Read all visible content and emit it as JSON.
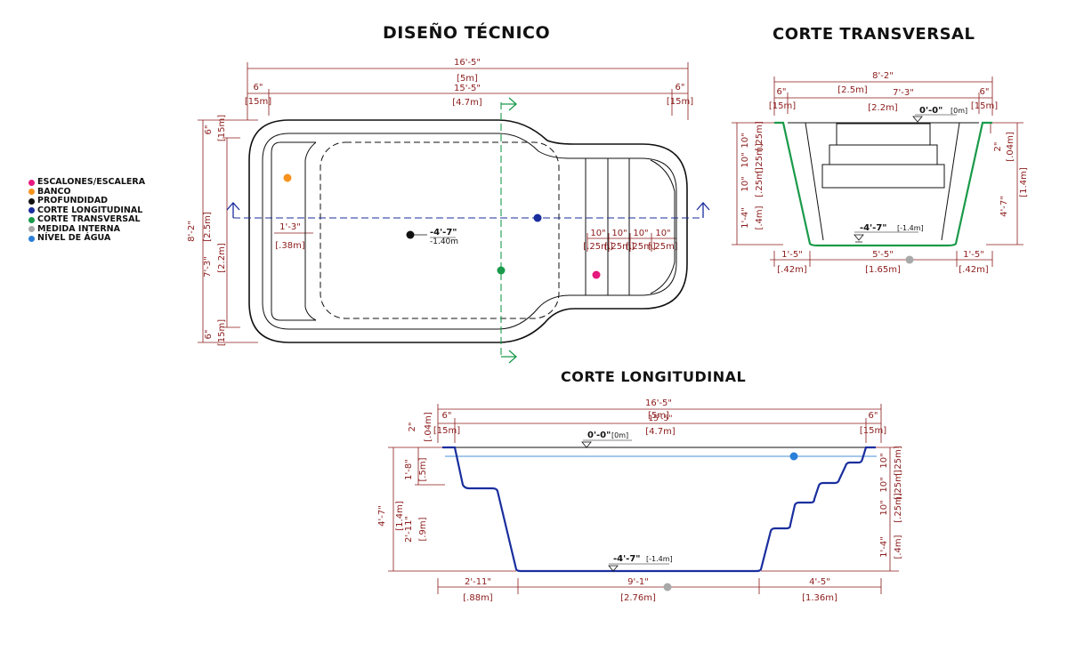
{
  "titles": {
    "main": "DISEÑO TÉCNICO",
    "transversal": "CORTE TRANSVERSAL",
    "longitudinal": "CORTE LONGITUDINAL"
  },
  "legend": [
    {
      "label": "ESCALONES/ESCALERA",
      "color": "#e6197f"
    },
    {
      "label": "BANCO",
      "color": "#f7931e"
    },
    {
      "label": "PROFUNDIDAD",
      "color": "#111111"
    },
    {
      "label": "CORTE LONGITUDINAL",
      "color": "#1a2e9e"
    },
    {
      "label": "CORTE TRANSVERSAL",
      "color": "#1a9a4a"
    },
    {
      "label": "MEDIDA INTERNA",
      "color": "#a8a8a8"
    },
    {
      "label": "NÍVEL DE ÁGUA",
      "color": "#2a7fd8"
    }
  ],
  "colors": {
    "dimension_red": "#8b1a1a",
    "outline": "#111111",
    "section_green": "#1a9a4a",
    "section_blue": "#1a2e9e",
    "water_line": "#4a90d9"
  },
  "plan": {
    "total_length_ft": "16'-5\"",
    "total_length_m": "[5m]",
    "inner_length_ft": "15'-5\"",
    "inner_length_m": "[4.7m]",
    "edge_left_in": "6\"",
    "edge_left_m": "[15m]",
    "edge_right_in": "6\"",
    "edge_right_m": "[15m]",
    "total_width_ft": "8'-2\"",
    "total_width_m": "[2.5m]",
    "inner_width_ft": "7'-3\"",
    "inner_width_m": "[2.2m]",
    "edge_top_in": "6\"",
    "edge_top_m": "[15m]",
    "edge_bottom_in": "6\"",
    "edge_bottom_m": "[15m]",
    "bench_ft": "1'-3\"",
    "bench_m": "[.38m]",
    "depth_ft": "-4'-7\"",
    "depth_m": "-1.40m",
    "steps": [
      {
        "ft": "10\"",
        "m": "[.25m]"
      },
      {
        "ft": "10\"",
        "m": "[.25m]"
      },
      {
        "ft": "10\"",
        "m": "[.25m]"
      },
      {
        "ft": "10\"",
        "m": "[.25m]"
      }
    ]
  },
  "transversal": {
    "total_ft": "8'-2\"",
    "total_m": "[2.5m]",
    "inner_ft": "7'-3\"",
    "inner_m": "[2.2m]",
    "edge_left_in": "6\"",
    "edge_left_m": "[15m]",
    "edge_right_in": "6\"",
    "edge_right_m": "[15m]",
    "level_top": "0'-0\"",
    "level_top_m": "[0m]",
    "level_bottom": "-4'-7\"",
    "level_bottom_m": "[-1.4m]",
    "lip_in": "2\"",
    "lip_m": "[.04m]",
    "depth_ft": "4'-7\"",
    "depth_m": "[1.4m]",
    "steps": [
      {
        "ft": "10\"",
        "m": "[.25m]"
      },
      {
        "ft": "10\"",
        "m": "[.25m]"
      },
      {
        "ft": "10\"",
        "m": "[.25m]"
      },
      {
        "ft": "1'-4\"",
        "m": "[.4m]"
      }
    ],
    "bottom_left_ft": "1'-5\"",
    "bottom_left_m": "[.42m]",
    "bottom_mid_ft": "5'-5\"",
    "bottom_mid_m": "[1.65m]",
    "bottom_right_ft": "1'-5\"",
    "bottom_right_m": "[.42m]"
  },
  "longitudinal": {
    "total_ft": "16'-5\"",
    "total_m": "[5m]",
    "inner_ft": "15'-5\"",
    "inner_m": "[4.7m]",
    "edge_left_in": "6\"",
    "edge_left_m": "[15m]",
    "edge_right_in": "6\"",
    "edge_right_m": "[15m]",
    "lip_in": "2\"",
    "lip_m": "[.04m]",
    "level_top": "0'-0\"",
    "level_top_m": "[0m]",
    "level_bottom": "-4'-7\"",
    "level_bottom_m": "[-1.4m]",
    "depth_ft": "4'-7\"",
    "depth_m": "[1.4m]",
    "bench_depth_ft": "1'-8\"",
    "bench_depth_m": "[.5m]",
    "lower_depth_ft": "2'-11\"",
    "lower_depth_m": "[.9m]",
    "steps": [
      {
        "ft": "10\"",
        "m": "[.25m]"
      },
      {
        "ft": "10\"",
        "m": "[.25m]"
      },
      {
        "ft": "10\"",
        "m": "[.25m]"
      },
      {
        "ft": "1'-4\"",
        "m": "[.4m]"
      }
    ],
    "bottom_left_ft": "2'-11\"",
    "bottom_left_m": "[.88m]",
    "bottom_mid_ft": "9'-1\"",
    "bottom_mid_m": "[2.76m]",
    "bottom_right_ft": "4'-5\"",
    "bottom_right_m": "[1.36m]"
  }
}
